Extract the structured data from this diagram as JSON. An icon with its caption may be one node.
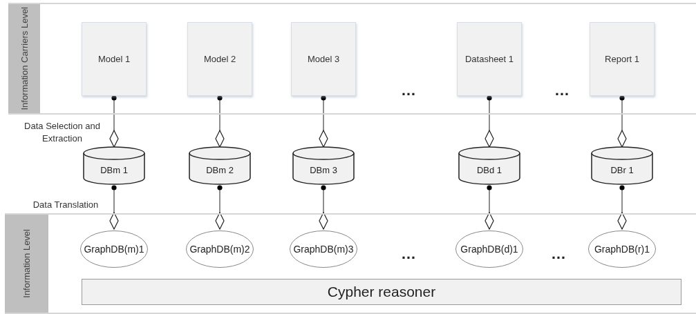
{
  "diagram": {
    "nodes": [
      {
        "text": [
          "Information Carriers Level"
        ]
      },
      {
        "text": [
          "Model 1"
        ],
        "in": 0
      },
      {
        "text": [
          "Model 2"
        ],
        "in": 0
      },
      {
        "text": [
          "Model 3"
        ],
        "in": 0
      },
      {
        "text": [
          "Datasheet 1"
        ],
        "in": 0
      },
      {
        "text": [
          "Report 1"
        ],
        "in": 0
      },
      {
        "text": [
          "DBm 1"
        ]
      },
      {
        "text": [
          "DBm 2"
        ]
      },
      {
        "text": [
          "DBm 3"
        ]
      },
      {
        "text": [
          "DBd 1"
        ]
      },
      {
        "text": [
          "DBr 1"
        ]
      },
      {
        "text": [
          "Information Level"
        ]
      },
      {
        "text": [
          "GraphDB(m)1"
        ],
        "in": 11
      },
      {
        "text": [
          "GraphDB(m)2"
        ],
        "in": 11
      },
      {
        "text": [
          "GraphDB(m)3"
        ],
        "in": 11
      },
      {
        "text": [
          "GraphDB(d)1"
        ],
        "in": 11
      },
      {
        "text": [
          "GraphDB(r)1"
        ],
        "in": 11
      },
      {
        "text": [
          "Cypher reasoner"
        ],
        "in": 11
      }
    ],
    "edges": [
      {
        "from": 1,
        "to": 6,
        "arrow": "other"
      },
      {
        "from": 2,
        "to": 7,
        "arrow": "other"
      },
      {
        "from": 3,
        "to": 8,
        "arrow": "other"
      },
      {
        "from": 4,
        "to": 9,
        "arrow": "other"
      },
      {
        "from": 5,
        "to": 10,
        "arrow": "other"
      },
      {
        "from": 6,
        "to": 12,
        "arrow": "other"
      },
      {
        "from": 7,
        "to": 13,
        "arrow": "other"
      },
      {
        "from": 8,
        "to": 14,
        "arrow": "other"
      },
      {
        "from": 9,
        "to": 15,
        "arrow": "other"
      },
      {
        "from": 10,
        "to": 16,
        "arrow": "other"
      }
    ],
    "labels": [
      "…",
      "…",
      "Data Selection and Extraction",
      "Data Translation",
      "…",
      "…"
    ]
  }
}
